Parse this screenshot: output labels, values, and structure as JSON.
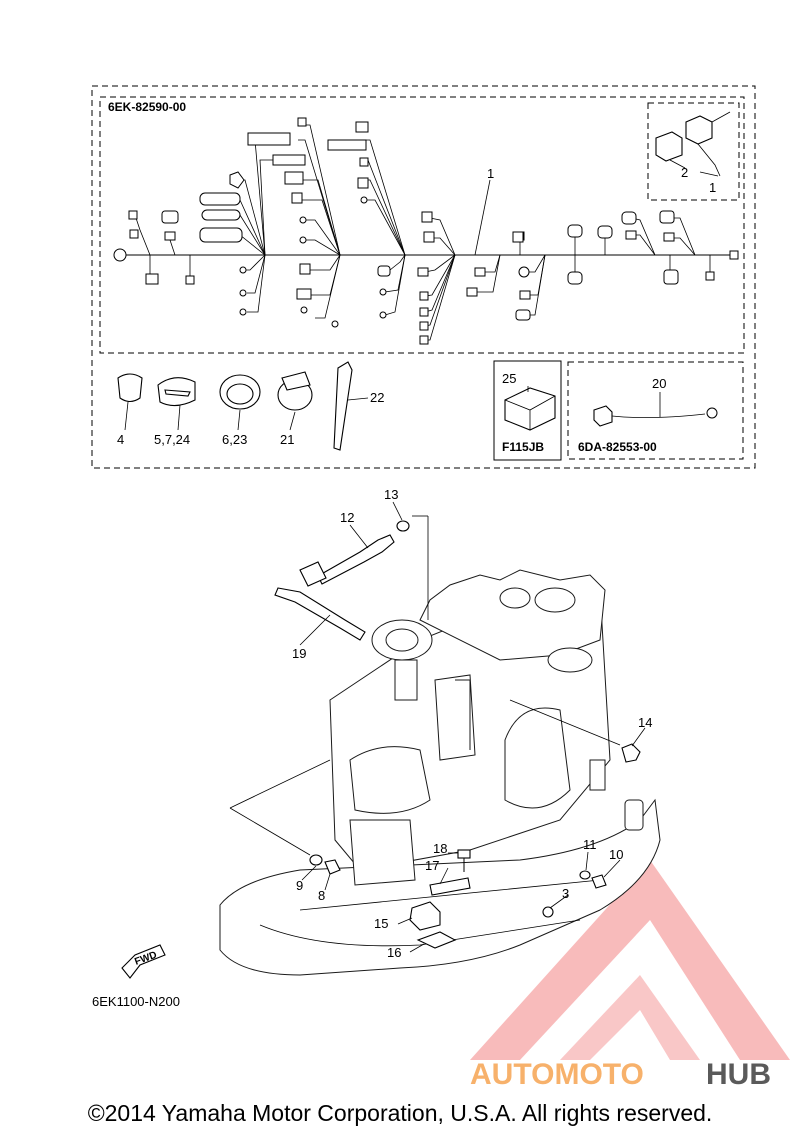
{
  "title_codes": {
    "harness_kit": "6EK-82590-00",
    "sub_harness": "6DA-82553-00",
    "relay_box": "F115JB",
    "diagram_code": "6EK1100-N200",
    "fwd_arrow": "FWD"
  },
  "callouts": {
    "c1a": "1",
    "c1b": "1",
    "c2": "2",
    "c3": "3",
    "c4": "4",
    "c5": "5,7,24",
    "c6": "6,23",
    "c8": "8",
    "c9": "9",
    "c10": "10",
    "c11": "11",
    "c12": "12",
    "c13": "13",
    "c14": "14",
    "c15": "15",
    "c16": "16",
    "c17": "17",
    "c18": "18",
    "c19": "19",
    "c20": "20",
    "c21": "21",
    "c22": "22",
    "c25": "25"
  },
  "watermark": {
    "text_a": "AUTOMOTO",
    "text_b": "HUB",
    "color_a": "#f7b16b",
    "color_b": "#5a5a5a",
    "logo_color": "#ef5a5a"
  },
  "footer": {
    "copyright": "©2014 Yamaha Motor Corporation, U.S.A. All rights reserved."
  }
}
